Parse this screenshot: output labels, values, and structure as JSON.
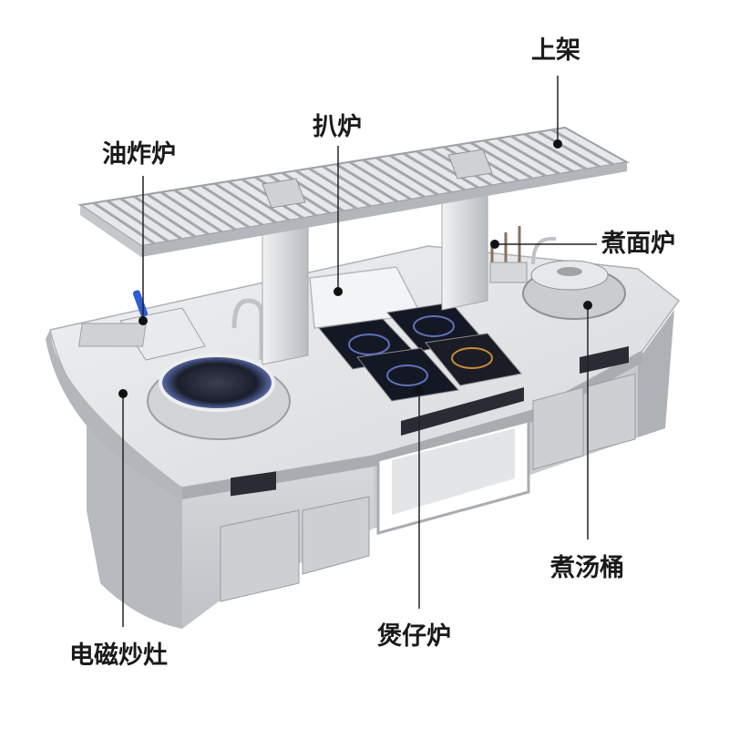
{
  "labels": {
    "rack": "上架",
    "grill": "扒炉",
    "fryer": "油炸炉",
    "noodle_cooker": "煮面炉",
    "soup_bucket": "煮汤桶",
    "claypot_stove": "煲仔炉",
    "induction_wok": "电磁炒灶"
  },
  "colors": {
    "background": "#ffffff",
    "steel_light": "#e2e4e6",
    "steel_mid": "#c9cbce",
    "steel_dark": "#a4a7ab",
    "glass": "#141825",
    "glass_ring": "#5f72b8",
    "leader_line": "#222222",
    "dot": "#111111",
    "handle_blue": "#2f5bd6"
  }
}
